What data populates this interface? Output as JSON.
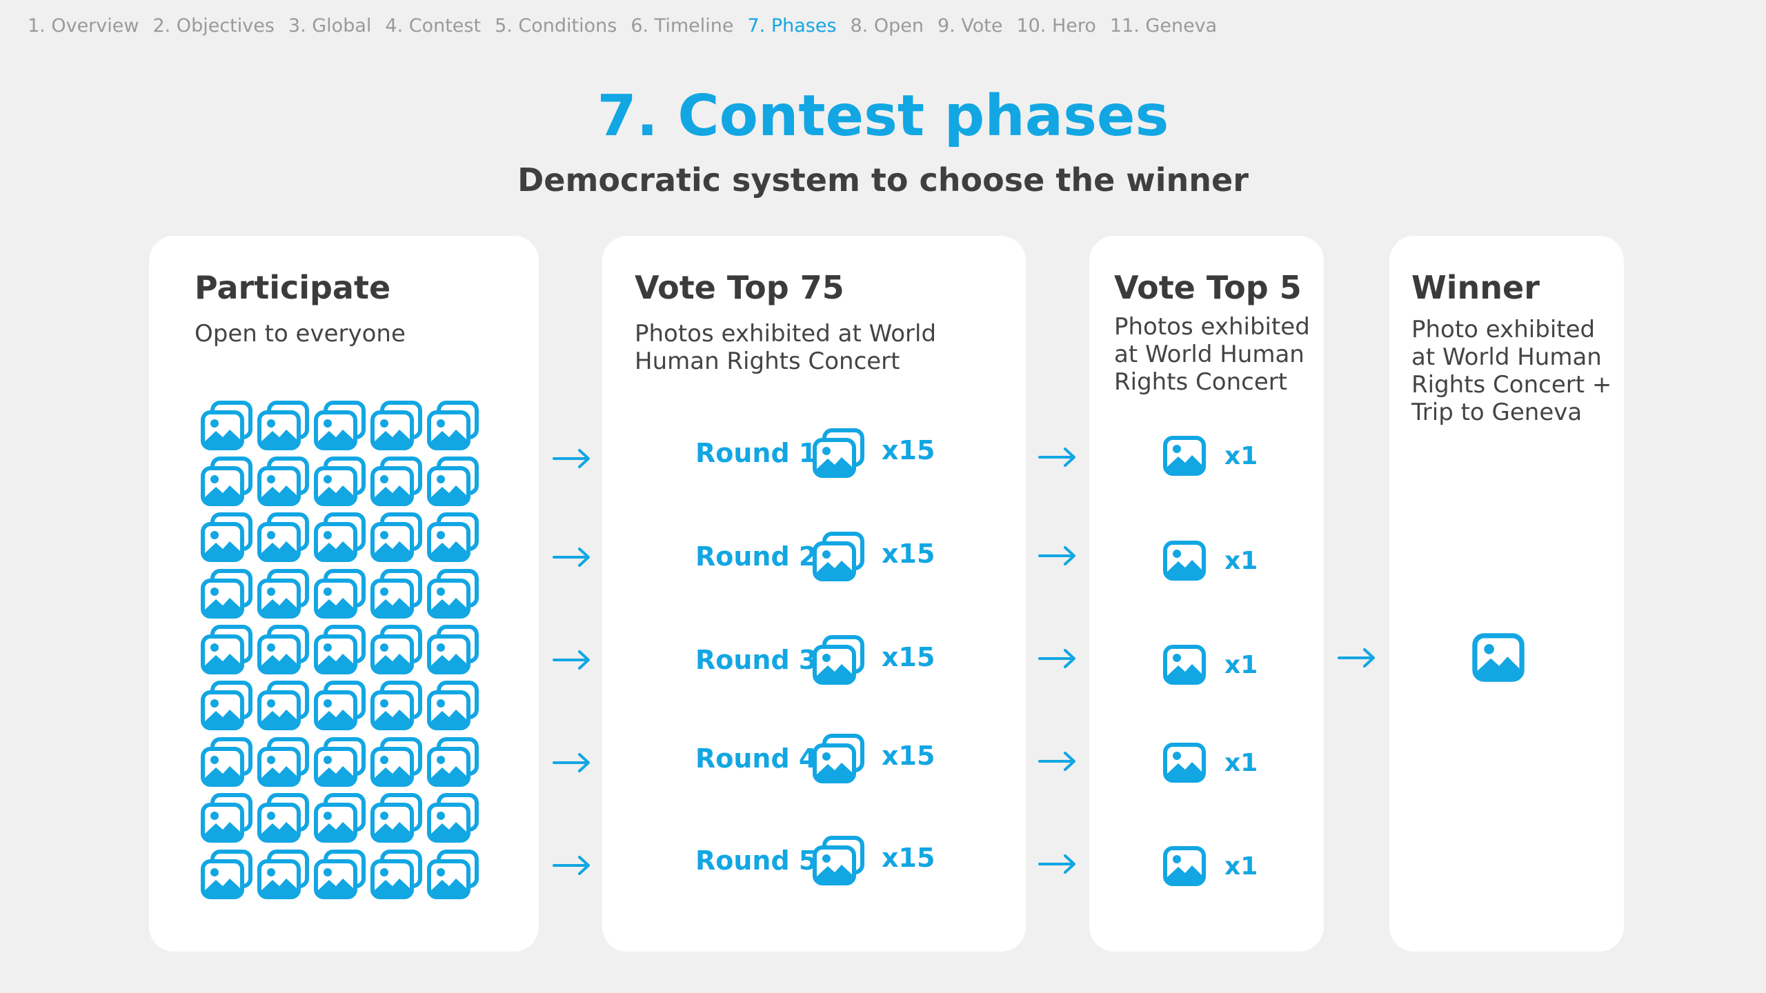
{
  "nav": {
    "items": [
      {
        "label": "1. Overview"
      },
      {
        "label": "2. Objectives"
      },
      {
        "label": "3. Global"
      },
      {
        "label": "4. Contest"
      },
      {
        "label": "5. Conditions"
      },
      {
        "label": "6. Timeline"
      },
      {
        "label": "7. Phases",
        "active": true
      },
      {
        "label": "8. Open"
      },
      {
        "label": "9. Vote"
      },
      {
        "label": "10. Hero"
      },
      {
        "label": "11. Geneva"
      }
    ]
  },
  "page": {
    "title": "7. Contest phases",
    "subtitle": "Democratic system to choose the winner"
  },
  "colors": {
    "accent": "#12a6e3",
    "background": "#f0f0f0",
    "card": "#ffffff",
    "text": "#3e3e3e",
    "nav_inactive": "#9a9a9a"
  },
  "participate": {
    "title": "Participate",
    "description": "Open to everyone",
    "icon": "photo-stack-icon",
    "grid_rows": 9,
    "grid_cols": 5
  },
  "top75": {
    "title": "Vote Top 75",
    "description": "Photos exhibited at World Human Rights Concert",
    "rounds": [
      {
        "label": "Round 1",
        "count": "x15"
      },
      {
        "label": "Round 2",
        "count": "x15"
      },
      {
        "label": "Round 3",
        "count": "x15"
      },
      {
        "label": "Round 4",
        "count": "x15"
      },
      {
        "label": "Round 5",
        "count": "x15"
      }
    ]
  },
  "top5": {
    "title": "Vote Top 5",
    "description": "Photos exhibited at World Human Rights Concert",
    "items": [
      {
        "count": "x1"
      },
      {
        "count": "x1"
      },
      {
        "count": "x1"
      },
      {
        "count": "x1"
      },
      {
        "count": "x1"
      }
    ]
  },
  "winner": {
    "title": "Winner",
    "description": "Photo exhibited at World Human Rights Concert + Trip to Geneva",
    "icon": "photo-icon"
  }
}
